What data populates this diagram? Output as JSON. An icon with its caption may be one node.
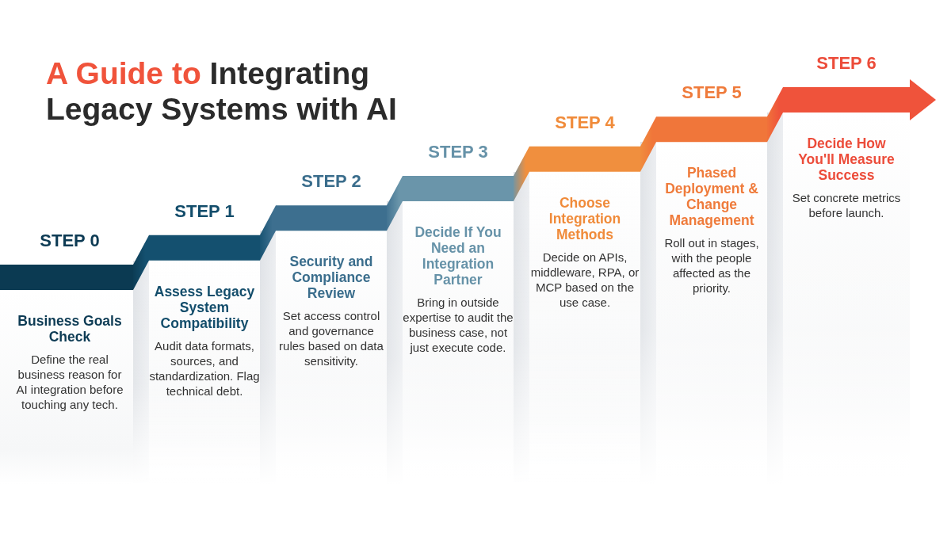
{
  "diagram": {
    "title": "**A Guide to** Integrating Legacy Systems with AI",
    "nodes": [
      {
        "text": [
          "Business Goals Check",
          "Define the real business reason for AI integration before touching any tech."
        ],
        "beside": [
          "STEP 0"
        ]
      },
      {
        "text": [
          "Assess Legacy System Compatibility",
          "Audit data formats, sources, and standardization. Flag technical debt."
        ],
        "beside": [
          "STEP 1"
        ]
      },
      {
        "text": [
          "Security and Compliance Review",
          "Set access control and governance rules based on data sensitivity."
        ],
        "beside": [
          "STEP 2"
        ]
      },
      {
        "text": [
          "Decide If You Need an Integration Partner",
          "Bring in outside expertise to audit the business case, not just execute code."
        ],
        "beside": [
          "STEP 3"
        ]
      },
      {
        "text": [
          "Choose Integration Methods",
          "Decide on APIs, middleware, RPA, or MCP based on the use case."
        ],
        "beside": [
          "STEP 4"
        ]
      },
      {
        "text": [
          "Phased Deployment & Change Management",
          "Roll out in stages, with the people affected as the priority."
        ],
        "beside": [
          "STEP 5"
        ]
      },
      {
        "text": [
          "Decide How You'll Measure Success",
          "Set concrete metrics before launch."
        ],
        "beside": [
          "STEP 6"
        ]
      }
    ]
  }
}
